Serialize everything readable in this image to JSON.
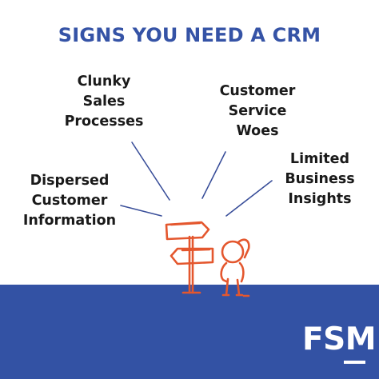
{
  "title": "SIGNS YOU NEED A CRM",
  "signs": [
    {
      "lines": [
        "Clunky",
        "Sales",
        "Processes"
      ]
    },
    {
      "lines": [
        "Customer",
        "Service",
        "Woes"
      ]
    },
    {
      "lines": [
        "Dispersed",
        "Customer",
        "Information"
      ]
    },
    {
      "lines": [
        "Limited",
        "Business",
        "Insights"
      ]
    }
  ],
  "logo": "FSM",
  "colors": {
    "title": "#3553a6",
    "ground": "#3352a4",
    "illustration": "#e4572e",
    "connector": "#3a4f9a"
  },
  "icons": [
    "signpost-icon",
    "confused-person-icon"
  ]
}
